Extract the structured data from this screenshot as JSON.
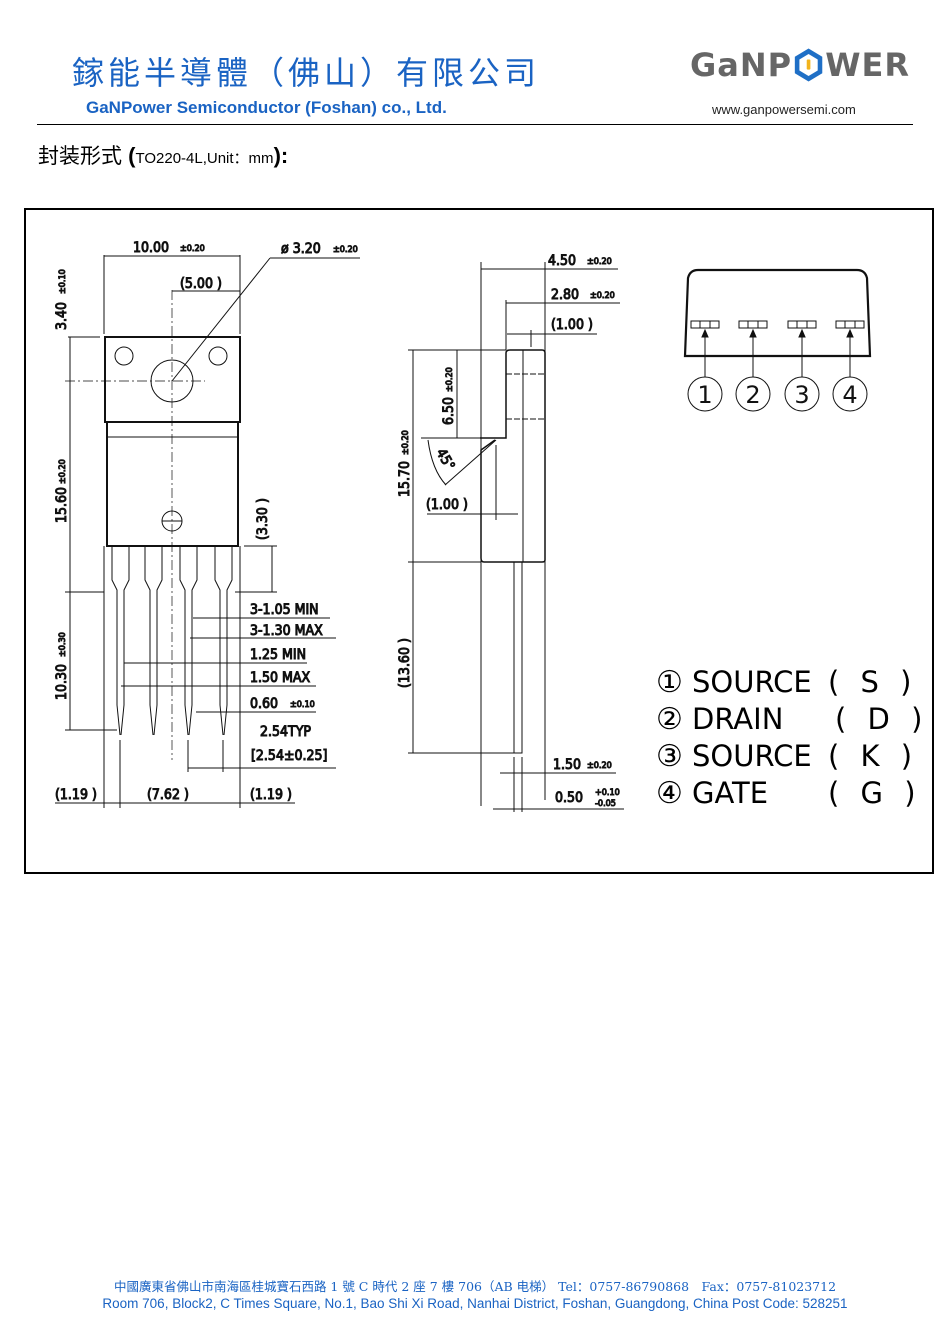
{
  "header": {
    "company_cn": "鎵能半導體（佛山）有限公司",
    "company_en": "GaNPower Semiconductor (Foshan) co., Ltd.",
    "logo_left": "GaNP",
    "logo_right": "WER",
    "website": "www.ganpowersemi.com",
    "brand_color": "#1a63c3",
    "logo_hex_color": "#1f6fc6",
    "logo_text_color": "#666666"
  },
  "package": {
    "label_cn": "封装形式",
    "open": " (",
    "spec": "TO220-4L,Unit：mm",
    "close": "):"
  },
  "front_view": {
    "width": "10.00",
    "width_tol": "±0.20",
    "half_width": "(5.00 )",
    "hole_dia": "ø 3.20",
    "hole_tol": "±0.20",
    "tab_height": "3.40",
    "tab_tol": "±0.10",
    "body_height": "15.60",
    "body_tol": "±0.20",
    "lower_ref": "(3.30 )",
    "lead_length": "10.30",
    "lead_tol": "±0.30",
    "lead_w1": "3-1.05 MIN",
    "lead_w2": "3-1.30 MAX",
    "lead_w3": "1.25 MIN",
    "lead_w4": "1.50 MAX",
    "lead_thk": "0.60",
    "lead_thk_tol": "±0.10",
    "pitch": "2.54TYP",
    "pitch_tol": "[2.54±0.25]",
    "edge_left": "(1.19 )",
    "span": "(7.62 )",
    "edge_right": "(1.19 )"
  },
  "side_view": {
    "thickness": "4.50",
    "thickness_tol": "±0.20",
    "step": "2.80",
    "step_tol": "±0.20",
    "edge": "(1.00 )",
    "upper": "6.50",
    "upper_tol": "±0.20",
    "angle": "45°",
    "chamfer": "(1.00 )",
    "total": "15.70",
    "total_tol": "±0.20",
    "lead_ref": "(13.60 )",
    "lead_offset": "1.50",
    "lead_offset_tol": "±0.20",
    "lead_t": "0.50",
    "lead_t_tol_plus": "+0.10",
    "lead_t_tol_minus": "-0.05"
  },
  "pin_diagram": {
    "pins": [
      "1",
      "2",
      "3",
      "4"
    ]
  },
  "pin_list": [
    {
      "num": "①",
      "name": "SOURCE",
      "abbr": "( S )"
    },
    {
      "num": "②",
      "name": "DRAIN",
      "abbr": "( D )"
    },
    {
      "num": "③",
      "name": "SOURCE",
      "abbr": "( K )"
    },
    {
      "num": "④",
      "name": "GATE",
      "abbr": "( G )"
    }
  ],
  "footer": {
    "address_cn": "中國廣東省佛山市南海區桂城寶石西路 1 號 C 時代 2 座 7 樓 706（AB 电梯） Tel：0757-86790868　Fax：0757-81023712",
    "address_en": "Room 706, Block2, C Times Square, No.1, Bao Shi Xi Road, Nanhai District, Foshan, Guangdong, China   Post Code: 528251"
  }
}
